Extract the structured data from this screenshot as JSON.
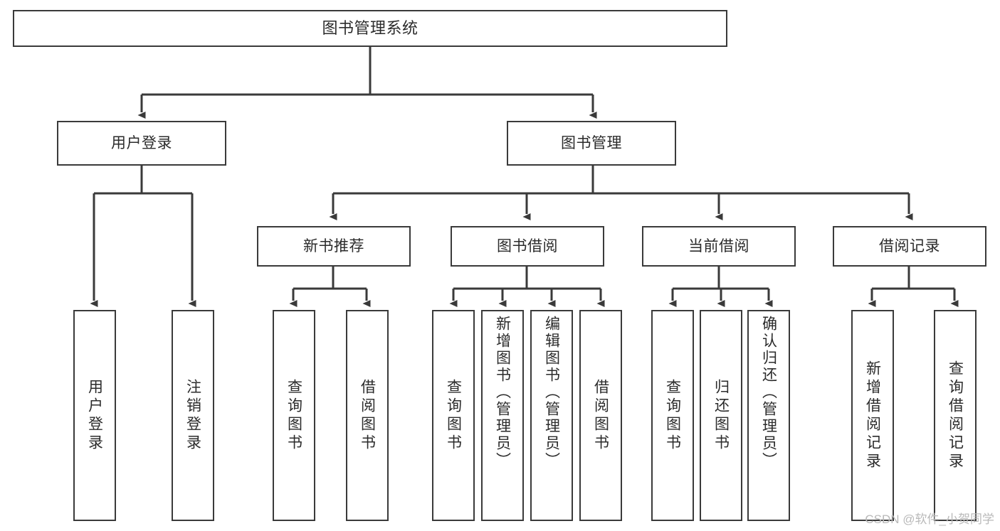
{
  "diagram": {
    "title": "图书管理系统",
    "type": "hierarchy-tree",
    "colors": {
      "stroke": "#3a3a3a",
      "fill": "#ffffff",
      "text": "#2b2b2b",
      "watermark": "#b9b9b9"
    },
    "levels": {
      "root": {
        "label": "图书管理系统"
      },
      "level1": [
        {
          "id": "user-login",
          "label": "用户登录"
        },
        {
          "id": "book-manage",
          "label": "图书管理"
        }
      ],
      "level2": [
        {
          "id": "new-book-recommend",
          "label": "新书推荐"
        },
        {
          "id": "book-borrow",
          "label": "图书借阅"
        },
        {
          "id": "current-borrow",
          "label": "当前借阅"
        },
        {
          "id": "borrow-record",
          "label": "借阅记录"
        }
      ],
      "leaves": [
        {
          "id": "leaf-user-login",
          "label": "用户登录",
          "parent": "user-login"
        },
        {
          "id": "leaf-logout",
          "label": "注销登录",
          "parent": "user-login"
        },
        {
          "id": "leaf-query-book-1",
          "label": "查询图书",
          "parent": "new-book-recommend"
        },
        {
          "id": "leaf-borrow-book-1",
          "label": "借阅图书",
          "parent": "new-book-recommend"
        },
        {
          "id": "leaf-query-book-2",
          "label": "查询图书",
          "parent": "book-borrow"
        },
        {
          "id": "leaf-add-book",
          "label": "新增图书（管理员）",
          "parent": "book-borrow"
        },
        {
          "id": "leaf-edit-book",
          "label": "编辑图书（管理员）",
          "parent": "book-borrow"
        },
        {
          "id": "leaf-borrow-book-2",
          "label": "借阅图书",
          "parent": "book-borrow"
        },
        {
          "id": "leaf-query-book-3",
          "label": "查询图书",
          "parent": "current-borrow"
        },
        {
          "id": "leaf-return-book",
          "label": "归还图书",
          "parent": "current-borrow"
        },
        {
          "id": "leaf-confirm-return",
          "label": "确认归还（管理员）",
          "parent": "current-borrow"
        },
        {
          "id": "leaf-add-record",
          "label": "新增借阅记录",
          "parent": "borrow-record"
        },
        {
          "id": "leaf-query-record",
          "label": "查询借阅记录",
          "parent": "borrow-record"
        }
      ]
    },
    "watermark": "CSDN @软件_小贺同学"
  }
}
